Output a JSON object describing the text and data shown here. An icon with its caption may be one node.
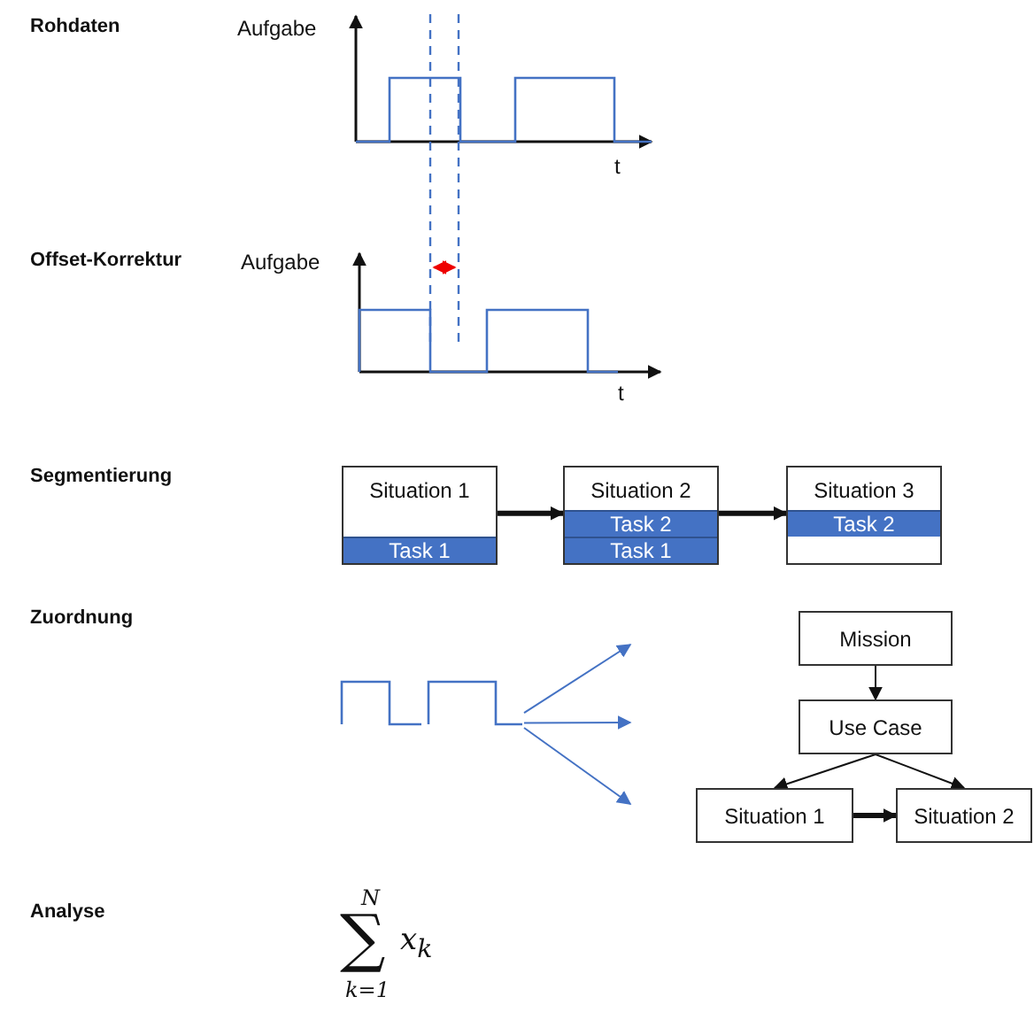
{
  "diagram": {
    "nodes": [
      {
        "text": [
          "Situation 1"
        ]
      },
      {
        "text": [
          "Task 1"
        ],
        "in": 0
      },
      {
        "text": [
          "Situation 2"
        ]
      },
      {
        "text": [
          "Task 2"
        ],
        "in": 2
      },
      {
        "text": [
          "Task 1"
        ],
        "in": 2
      },
      {
        "text": [
          "Situation 3"
        ]
      },
      {
        "text": [
          "Task 2"
        ],
        "in": 5
      },
      {
        "text": [],
        "shape": "picture"
      },
      {
        "text": [
          "Mission"
        ]
      },
      {
        "text": [
          "Use Case"
        ]
      },
      {
        "text": [
          "Situation 1"
        ]
      },
      {
        "text": [
          "Situation 2"
        ]
      }
    ],
    "edges": [
      {
        "from": 0,
        "to": 2,
        "arrow": "to",
        "style": "thick"
      },
      {
        "from": 2,
        "to": 5,
        "arrow": "to",
        "style": "thick"
      },
      {
        "from": 7,
        "to": null,
        "arrow": "to",
        "color": "#4472c4"
      },
      {
        "from": 7,
        "to": null,
        "arrow": "to",
        "color": "#4472c4"
      },
      {
        "from": 7,
        "to": null,
        "arrow": "to",
        "color": "#4472c4"
      },
      {
        "from": 8,
        "to": 9,
        "arrow": "to"
      },
      {
        "from": 9,
        "to": 10,
        "arrow": "to"
      },
      {
        "from": 9,
        "to": 11,
        "arrow": "to"
      },
      {
        "from": 10,
        "to": 11,
        "arrow": "to",
        "style": "thick"
      }
    ],
    "labels": [
      "Rohdaten",
      "Aufgabe",
      "t",
      "Offset-Korrektur",
      "Aufgabe",
      "t",
      "Segmentierung",
      "Zuordnung",
      "Analyse",
      "N",
      "∑",
      "k=1",
      "x$_{k}$"
    ]
  }
}
